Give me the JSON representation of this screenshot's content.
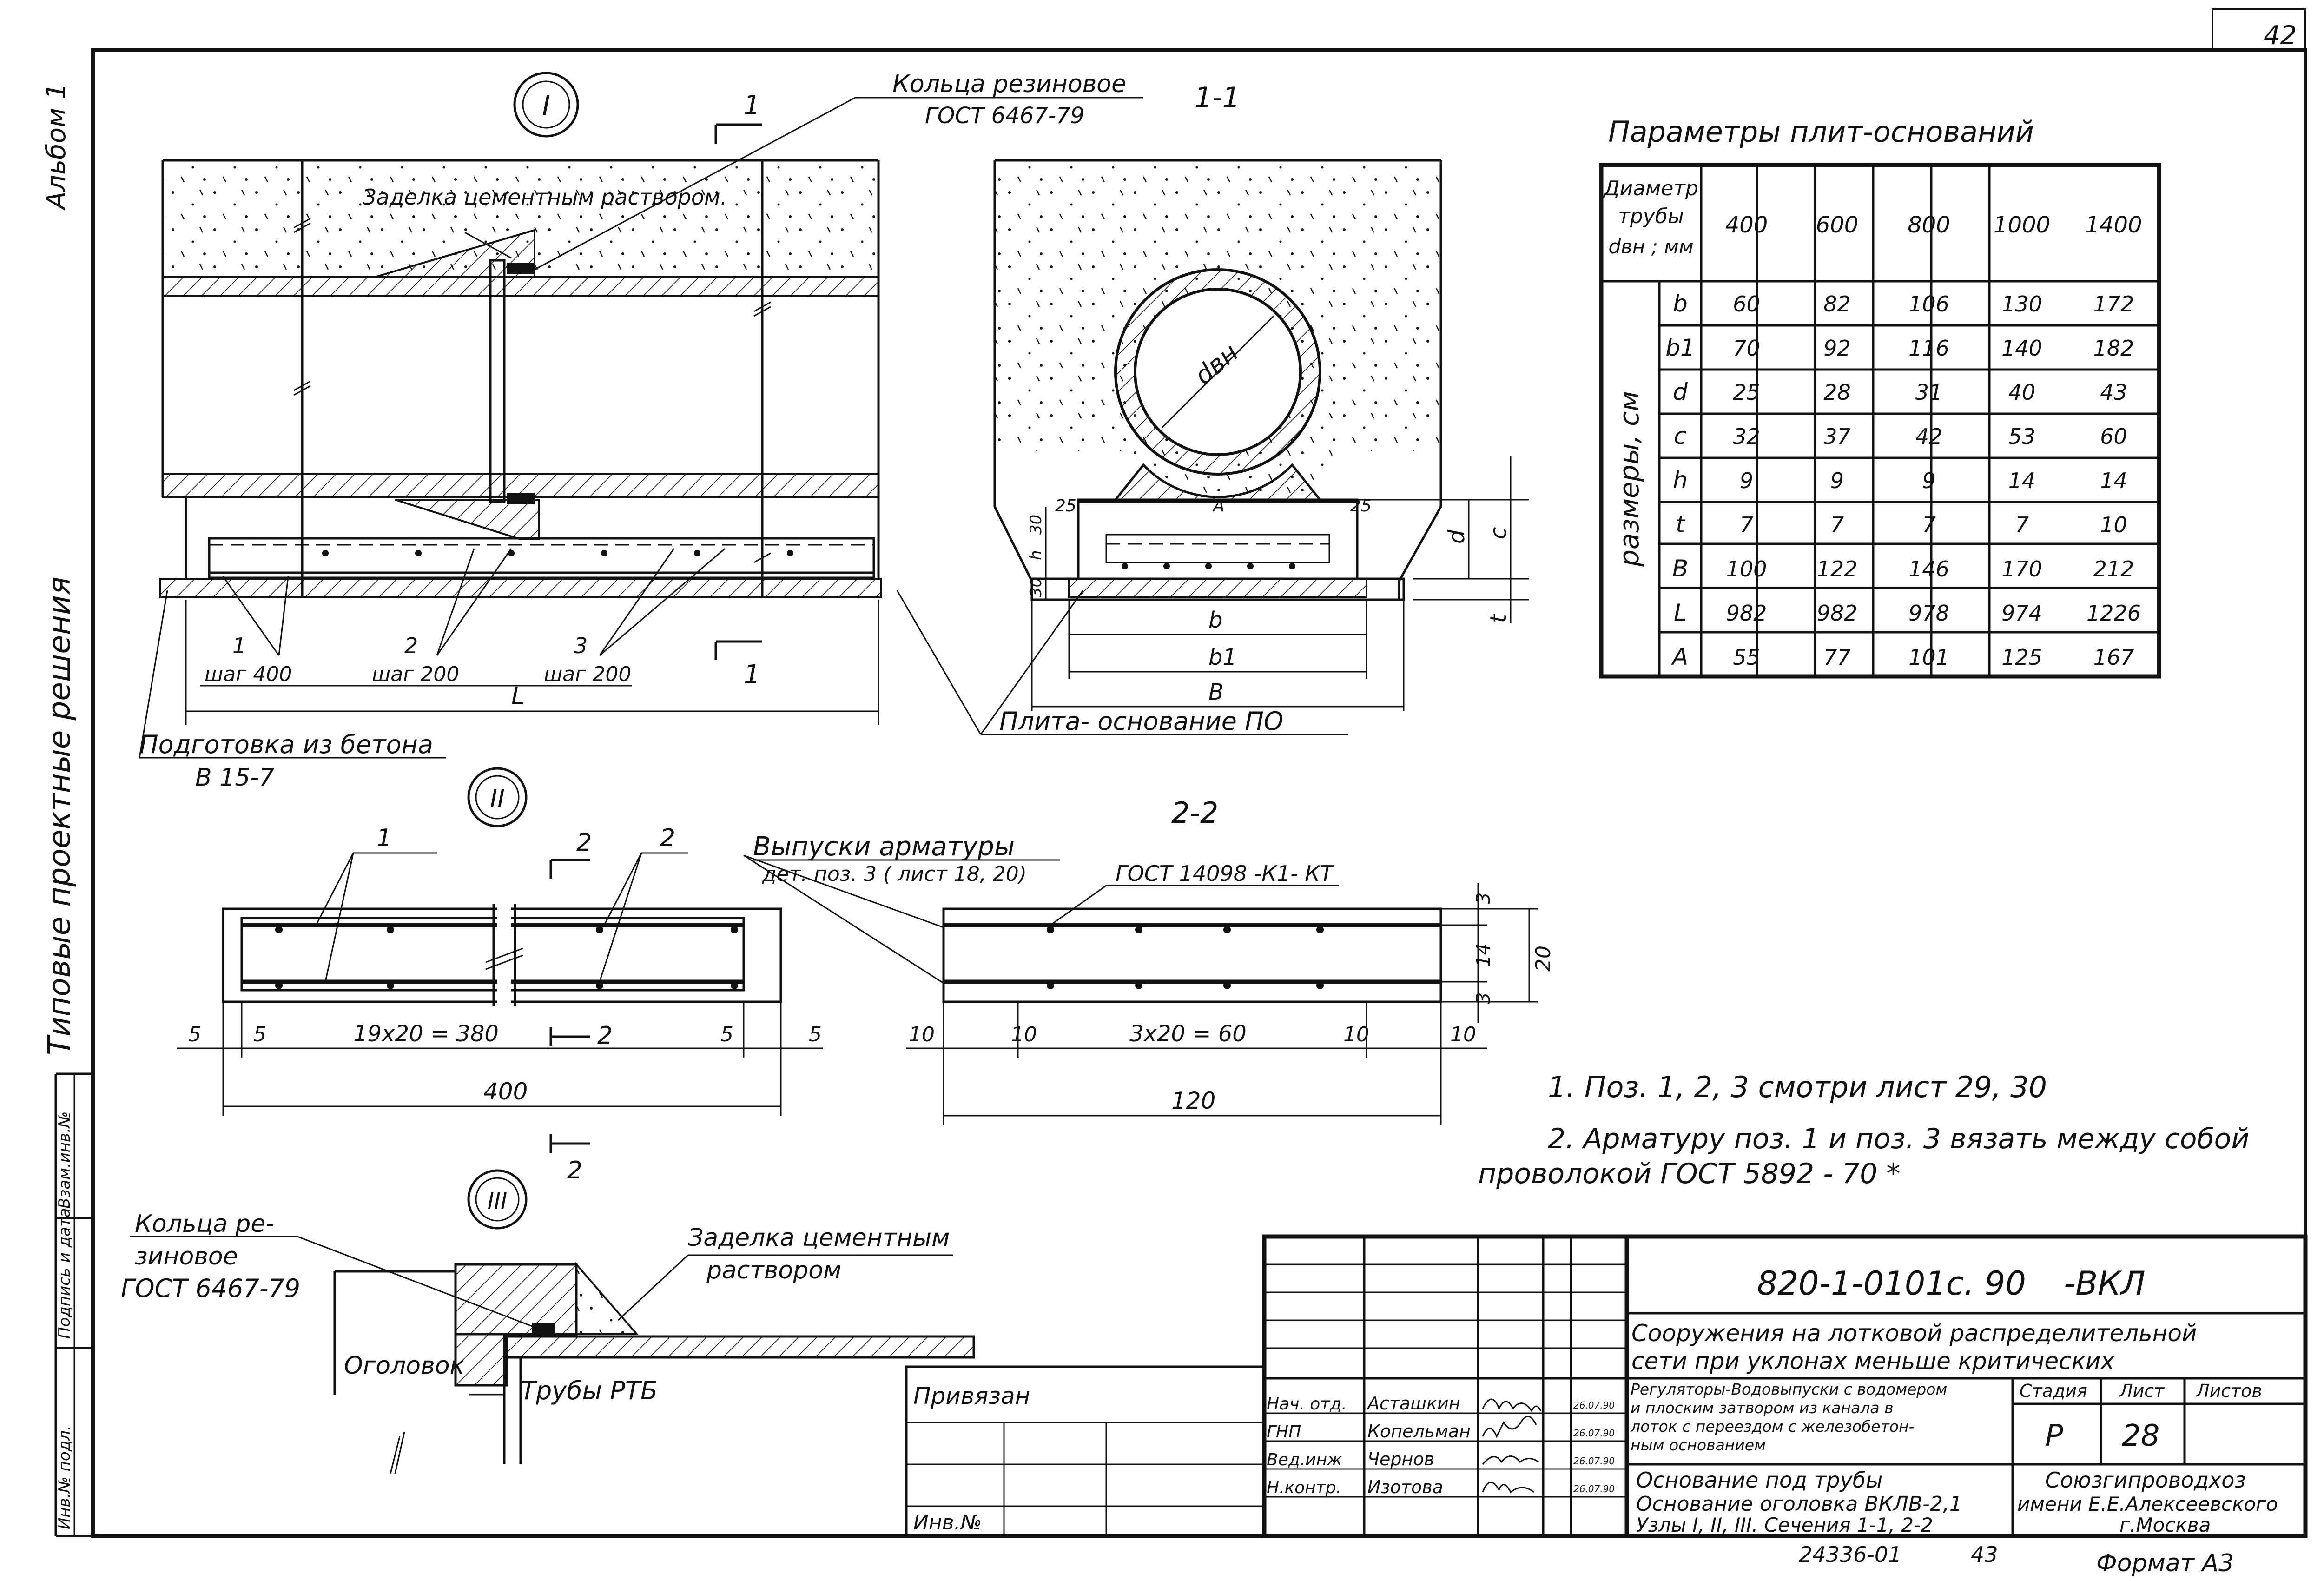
{
  "sheet": {
    "page_number": "42",
    "format": "Формат А3",
    "inventory": "24336-01",
    "copy_no": "43"
  },
  "left_strip": {
    "album": "Альбом 1",
    "series_title": "Типовые проектные решения",
    "field_1": "Инв.№ подл.",
    "field_2": "Подпись и дата",
    "field_3": "Взам.инв.№"
  },
  "node1": {
    "marker": "I",
    "ring_label": "Кольца резиновое",
    "ring_gost": "ГОСТ 6467-79",
    "grout_label": "Заделка цементным раствором.",
    "cut_mark": "1",
    "pos_labels": [
      {
        "num": "1",
        "step": "шаг 400"
      },
      {
        "num": "2",
        "step": "шаг 200"
      },
      {
        "num": "3",
        "step": "шаг 200"
      }
    ],
    "length_label": "L",
    "prep_label": "Подготовка из бетона",
    "prep_class": "В 15-7"
  },
  "section1": {
    "title": "1-1",
    "pipe_label": "dвн",
    "dims": [
      "A",
      "25",
      "25",
      "30",
      "h",
      "30",
      "d",
      "c",
      "t",
      "b",
      "b1",
      "B"
    ],
    "plate_label": "Плита- основание ПО"
  },
  "params": {
    "title": "Параметры плит-оснований",
    "header_label": "Диаметр трубы dвн ; мм",
    "group_label": "размеры, см",
    "diameters": [
      "400",
      "600",
      "800",
      "1000",
      "1400"
    ],
    "rows": [
      {
        "name": "b",
        "values": [
          "60",
          "82",
          "106",
          "130",
          "172"
        ]
      },
      {
        "name": "b1",
        "values": [
          "70",
          "92",
          "116",
          "140",
          "182"
        ]
      },
      {
        "name": "d",
        "values": [
          "25",
          "28",
          "31",
          "40",
          "43"
        ]
      },
      {
        "name": "c",
        "values": [
          "32",
          "37",
          "42",
          "53",
          "60"
        ]
      },
      {
        "name": "h",
        "values": [
          "9",
          "9",
          "9",
          "14",
          "14"
        ]
      },
      {
        "name": "t",
        "values": [
          "7",
          "7",
          "7",
          "7",
          "10"
        ]
      },
      {
        "name": "B",
        "values": [
          "100",
          "122",
          "146",
          "170",
          "212"
        ]
      },
      {
        "name": "L",
        "values": [
          "982",
          "982",
          "978",
          "974",
          "1226"
        ]
      },
      {
        "name": "A",
        "values": [
          "55",
          "77",
          "101",
          "125",
          "167"
        ]
      }
    ]
  },
  "node2": {
    "marker": "II",
    "pos1": "1",
    "pos2": "2",
    "cut_mark": "2",
    "dims": [
      "5",
      "5",
      "19x20 = 380",
      "5",
      "5"
    ],
    "total": "400"
  },
  "section2": {
    "title": "2-2",
    "bars_label": "Выпуски арматуры",
    "bars_ref": "дет. поз. 3 ( лист 18, 20)",
    "gost": "ГОСТ 14098 -К1- КТ",
    "dims": [
      "10",
      "10",
      "3x20 = 60",
      "10",
      "10"
    ],
    "total": "120",
    "vdims": [
      "3",
      "14",
      "3",
      "20"
    ]
  },
  "notes": [
    "1.  Поз. 1, 2, 3  смотри  лист 29, 30",
    "2.  Арматуру поз. 1 и поз. 3  вязать между собой",
    "проволокой   ГОСТ 5892 - 70 *"
  ],
  "node3": {
    "marker": "III",
    "ring_label_1": "Кольца ре-",
    "ring_label_2": "зиновое",
    "ring_gost": "ГОСТ 6467-79",
    "grout_label_1": "Заделка цементным",
    "grout_label_2": "раствором",
    "head_label": "Оголовок",
    "pipe_label": "Трубы РТБ"
  },
  "stamp": {
    "code": "820-1-0101с. 90",
    "suffix": "-ВКЛ",
    "title_1": "Сооружения на лотковой распределительной",
    "title_2": "сети при уклонах меньше критических",
    "desc_1": "Регуляторы-Водовыпуски с водомером",
    "desc_2": "и плоским затвором из канала в",
    "desc_3": "лоток с переездом с железобетон-",
    "desc_4": "ным основанием",
    "sheet_title_1": "Основание под трубы",
    "sheet_title_2": "Основание оголовка ВКЛВ-2,1",
    "sheet_title_3": "Узлы I, II, III.  Сечения 1-1, 2-2",
    "stage_label": "Стадия",
    "sheet_label": "Лист",
    "sheets_label": "Листов",
    "stage": "Р",
    "sheet_no": "28",
    "org_1": "Союзгипроводхоз",
    "org_2": "имени Е.Е.Алексеевского",
    "org_3": "г.Москва",
    "bound": "Привязан",
    "inv": "Инв.№",
    "roles": [
      {
        "role": "Нач. отд.",
        "name": "Асташкин",
        "date": "26.07.90"
      },
      {
        "role": "ГНП",
        "name": "Копельман",
        "date": "26.07.90"
      },
      {
        "role": "Вед.инж",
        "name": "Чернов",
        "date": "26.07.90"
      },
      {
        "role": "Н.контр.",
        "name": "Изотова",
        "date": "26.07.90"
      }
    ]
  }
}
